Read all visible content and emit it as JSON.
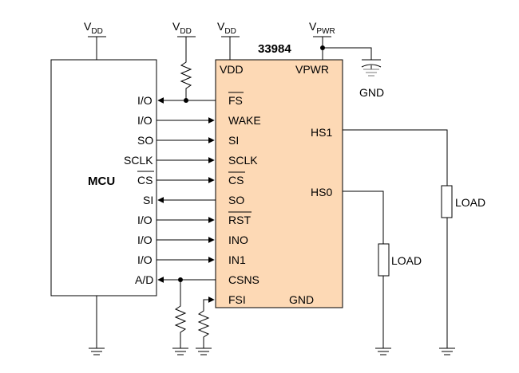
{
  "supply": {
    "vdd_main": "V",
    "vdd_sub": "DD",
    "vpwr_main": "V",
    "vpwr_sub": "PWR"
  },
  "mcu": {
    "name": "MCU",
    "pins": [
      "I/O",
      "I/O",
      "SO",
      "SCLK",
      "CS",
      "SI",
      "I/O",
      "I/O",
      "I/O",
      "A/D"
    ]
  },
  "chip": {
    "part_number": "33984",
    "top_left_pin": "VDD",
    "top_right_pin": "VPWR",
    "left_pins": [
      "FS",
      "WAKE",
      "SI",
      "SCLK",
      "CS",
      "SO",
      "RST",
      "INO",
      "IN1",
      "CSNS",
      "FSI"
    ],
    "right_pins": [
      "HS1",
      "HS0"
    ],
    "bottom_right_pin": "GND"
  },
  "capacitor_ground_label": "GND",
  "loads": [
    "LOAD",
    "LOAD"
  ]
}
